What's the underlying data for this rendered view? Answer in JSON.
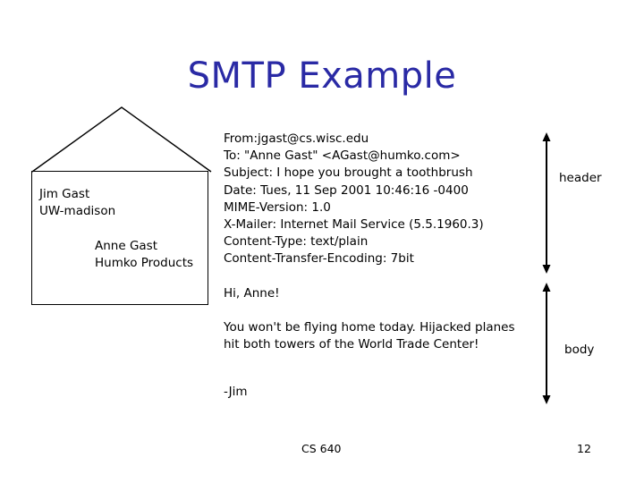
{
  "slide": {
    "title": "SMTP Example"
  },
  "envelope": {
    "sender": {
      "name": "Jim Gast",
      "org": "UW-madison"
    },
    "recipient": {
      "name": "Anne Gast",
      "org": "Humko Products"
    }
  },
  "message": {
    "header_lines": [
      "From:jgast@cs.wisc.edu",
      "To: \"Anne Gast\" <AGast@humko.com>",
      "Subject: I hope you brought a toothbrush",
      "Date: Tues, 11 Sep 2001 10:46:16 -0400",
      "MIME-Version: 1.0",
      "X-Mailer: Internet Mail Service (5.5.1960.3)",
      "Content-Type: text/plain",
      "Content-Transfer-Encoding: 7bit"
    ],
    "body": {
      "greeting": "Hi, Anne!",
      "paragraph": "You won't be flying home today.  Hijacked planes hit both towers of the World Trade Center!",
      "signature": "-Jim"
    }
  },
  "annotations": {
    "header_label": "header",
    "body_label": "body"
  },
  "footer": {
    "course": "CS 640",
    "page_number": "12"
  },
  "colors": {
    "title": "#2a2aa5",
    "text": "#000000",
    "background": "#ffffff",
    "line": "#000000"
  }
}
